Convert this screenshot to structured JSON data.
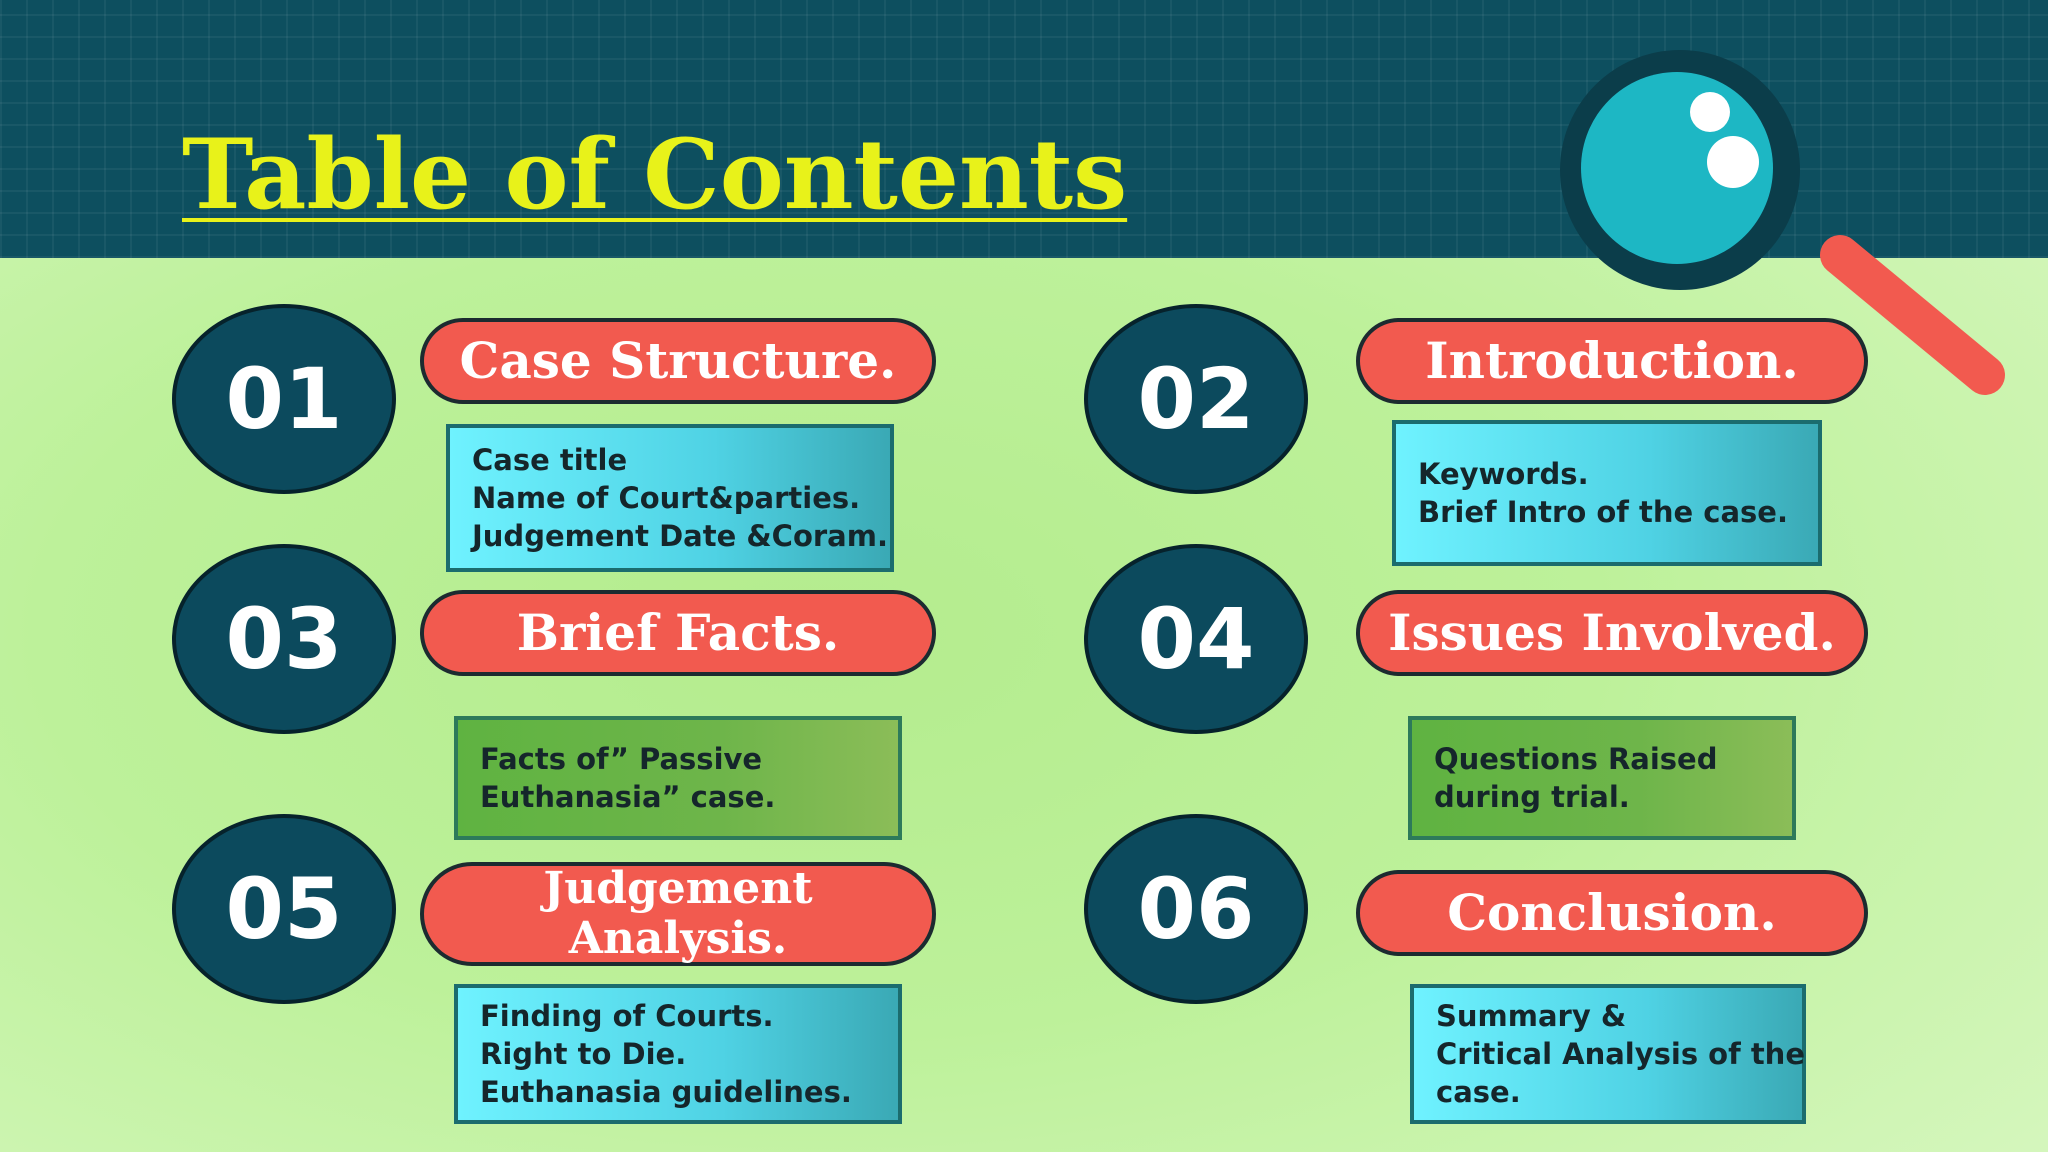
{
  "page": {
    "title": "Table of Contents",
    "colors": {
      "header": "#0d4f5f",
      "title": "#e8f21a",
      "circle": "#0c4a5d",
      "pill": "#f25a4f",
      "box_cyan": "#6ff2ff",
      "box_green": "#6eb54a"
    },
    "decoration": "magnifying-glass-icon"
  },
  "sections": [
    {
      "number": "01",
      "heading": [
        "Case Structure."
      ],
      "lines": [
        "Case title",
        "Name of Court&parties.",
        "Judgement Date &Coram."
      ]
    },
    {
      "number": "02",
      "heading": [
        "Introduction."
      ],
      "lines": [
        "Keywords.",
        "Brief Intro of the case."
      ]
    },
    {
      "number": "03",
      "heading": [
        "Brief Facts."
      ],
      "lines": [
        "Facts of” Passive",
        "Euthanasia” case."
      ]
    },
    {
      "number": "04",
      "heading": [
        "Issues Involved."
      ],
      "lines": [
        "Questions Raised",
        "during trial."
      ]
    },
    {
      "number": "05",
      "heading": [
        "Judgement",
        "Analysis."
      ],
      "lines": [
        "Finding of Courts.",
        "Right to Die.",
        "Euthanasia guidelines."
      ]
    },
    {
      "number": "06",
      "heading": [
        "Conclusion."
      ],
      "lines": [
        "Summary &",
        "Critical Analysis of the",
        "case."
      ]
    }
  ]
}
